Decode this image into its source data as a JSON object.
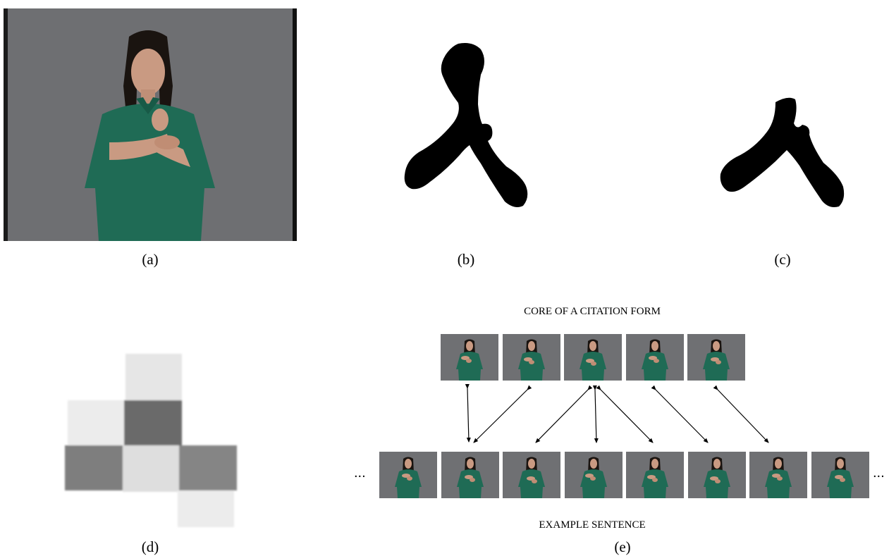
{
  "figure": {
    "panels": [
      {
        "id": "a",
        "caption": "(a)"
      },
      {
        "id": "b",
        "caption": "(b)"
      },
      {
        "id": "c",
        "caption": "(c)"
      },
      {
        "id": "d",
        "caption": "(d)"
      },
      {
        "id": "e",
        "caption": "(e)"
      }
    ],
    "panel_e": {
      "top_label": "CORE OF A CITATION FORM",
      "bottom_label": "EXAMPLE SENTENCE",
      "left_ellipsis": "...",
      "right_ellipsis": "...",
      "core_frame_count": 5,
      "sentence_frame_count": 8
    }
  },
  "colors": {
    "background": "#ffffff",
    "studio_gray": "#6f7073",
    "shirt_green": "#1f6b55",
    "silhouette": "#000000"
  }
}
